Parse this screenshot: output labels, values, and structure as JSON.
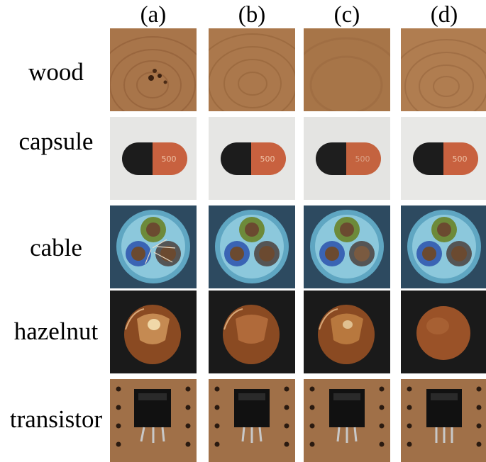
{
  "columns": [
    "(a)",
    "(b)",
    "(c)",
    "(d)"
  ],
  "rows": [
    {
      "label": "wood",
      "cells": [
        "wood-defect-knot",
        "wood-reconstruction",
        "wood-reconstruction-smooth",
        "wood-normal"
      ]
    },
    {
      "label": "capsule",
      "cells": [
        "capsule-defect",
        "capsule-reconstruction",
        "capsule-reconstruction-faded",
        "capsule-normal"
      ]
    },
    {
      "label": "cable",
      "cells": [
        "cable-defect-strands",
        "cable-reconstruction",
        "cable-reconstruction",
        "cable-normal"
      ]
    },
    {
      "label": "hazelnut",
      "cells": [
        "hazelnut-cracked",
        "hazelnut-reconstruction",
        "hazelnut-cracked-reconstruction",
        "hazelnut-normal"
      ]
    },
    {
      "label": "transistor",
      "cells": [
        "transistor-defect",
        "transistor-reconstruction",
        "transistor-reconstruction",
        "transistor-normal"
      ]
    }
  ],
  "capsule_print": "500",
  "colors": {
    "wood": "#a8754a",
    "capsule_black": "#1c1c1c",
    "capsule_orange": "#c8613f",
    "cable_bg": "#2d4a60",
    "hazelnut": "#8a4a22",
    "transistor_board": "#a07048"
  }
}
